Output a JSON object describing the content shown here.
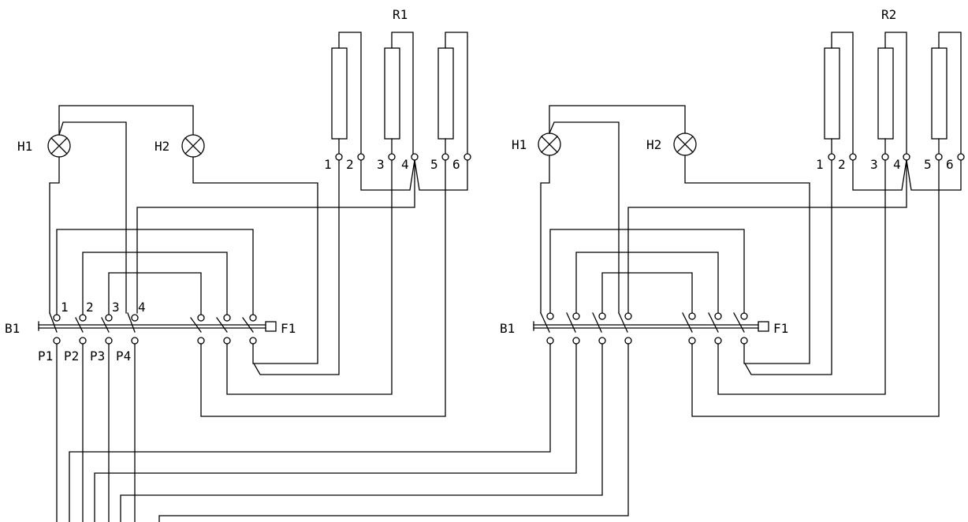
{
  "resistor_groups": [
    {
      "name": "R1",
      "pins": [
        "1",
        "2",
        "3",
        "4",
        "5",
        "6"
      ]
    },
    {
      "name": "R2",
      "pins": [
        "1",
        "2",
        "3",
        "4",
        "5",
        "6"
      ]
    }
  ],
  "lamps": [
    {
      "left": "H1",
      "right": "H2"
    },
    {
      "left": "H1",
      "right": "H2"
    }
  ],
  "switches": [
    {
      "name": "B1",
      "fuse": "F1",
      "contacts": [
        "1",
        "2",
        "3",
        "4"
      ],
      "poles": [
        "P1",
        "P2",
        "P3",
        "P4"
      ]
    },
    {
      "name": "B1",
      "fuse": "F1"
    }
  ]
}
